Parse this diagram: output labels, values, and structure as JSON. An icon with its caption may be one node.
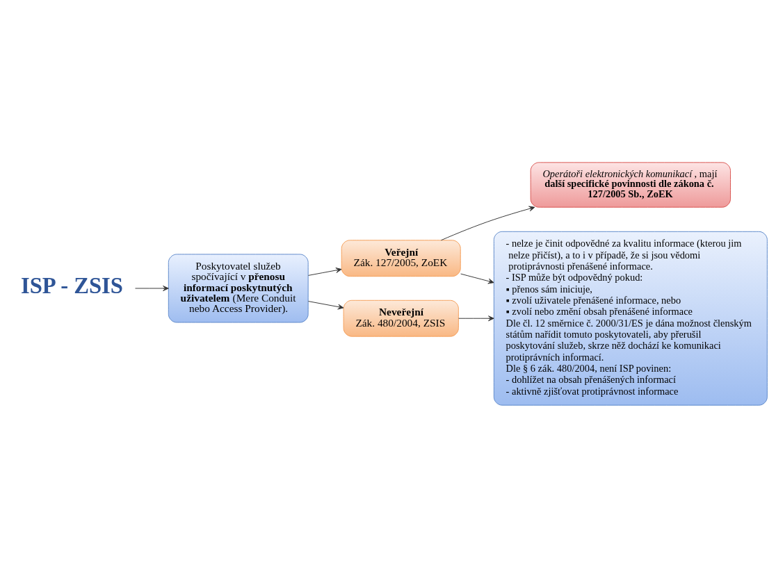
{
  "diagram": {
    "nodes": [
      {
        "text": [
          "ISP - ZSIS"
        ]
      },
      {
        "text": [
          "Poskytovatel služeb spočívající v **přenosu informací poskytnutých uživatelem** (Mere Conduit nebo Access Provider)."
        ]
      },
      {
        "text": [
          "*Operátoři elektronických komunikací*, mají **další specifické povinnosti dle zákona č. 127/2005 Sb., ZoEK**"
        ]
      },
      {
        "text": [
          "Veřejní",
          "Zák. 127/2005, ZoEK"
        ]
      },
      {
        "text": [
          "Neveřejní",
          "Zák. 480/2004, ZSIS"
        ]
      },
      {
        "text": [
          "- nelze je činit odpovědné za kvalitu informace (kterou jim nelze přičíst), a to i v případě, že si jsou vědomi protiprávnosti přenášené informace.",
          "- ISP může být odpovědný pokud:",
          "▪ přenos sám iniciuje,",
          "▪ zvolí uživatele přenášené informace, nebo",
          "▪ zvolí nebo změní obsah přenášené informace",
          "Dle čl. 12 směrnice č. 2000/31/ES je dána možnost členským státům nařídit tomuto poskytovateli, aby přerušil poskytování služeb, skrze něž dochází ke komunikaci protiprávních informací.",
          "Dle § 6 zák. 480/2004, není ISP povinen:",
          "- dohlížet na obsah přenášených informací",
          "- aktivně zjišťovat protiprávnost informace"
        ]
      }
    ],
    "edges": [
      {
        "from": 0,
        "to": 1,
        "arrow": "to"
      },
      {
        "from": 1,
        "to": 3,
        "arrow": "to"
      },
      {
        "from": 1,
        "to": 4,
        "arrow": "to"
      },
      {
        "from": 3,
        "to": 2,
        "arrow": "to"
      },
      {
        "from": 3,
        "to": 5,
        "arrow": "to"
      },
      {
        "from": 4,
        "to": 5,
        "arrow": "to"
      }
    ]
  }
}
